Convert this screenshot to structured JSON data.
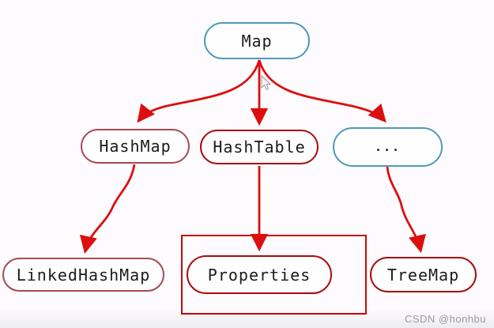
{
  "diagram": {
    "title_node": "Map",
    "nodes": {
      "map": {
        "label": "Map"
      },
      "hashmap": {
        "label": "HashMap"
      },
      "hashtable": {
        "label": "HashTable"
      },
      "ellipsis": {
        "label": "..."
      },
      "linkedhashmap": {
        "label": "LinkedHashMap"
      },
      "properties": {
        "label": "Properties"
      },
      "treemap": {
        "label": "TreeMap"
      }
    },
    "edges": [
      {
        "from": "Map",
        "to": "HashMap"
      },
      {
        "from": "Map",
        "to": "HashTable"
      },
      {
        "from": "Map",
        "to": "..."
      },
      {
        "from": "HashMap",
        "to": "LinkedHashMap"
      },
      {
        "from": "HashTable",
        "to": "Properties"
      },
      {
        "from": "...",
        "to": "TreeMap"
      }
    ],
    "colors": {
      "teal_border": "#4f9ab8",
      "muted_red_border": "#a6494f",
      "dark_red_border": "#a80b0b",
      "arrow_red": "#dd0e0e",
      "highlight_box_red": "#c90808",
      "text": "#1b1b1b",
      "watermark_gray": "#9b9b9b"
    },
    "watermark": "CSDN @honhbu"
  }
}
